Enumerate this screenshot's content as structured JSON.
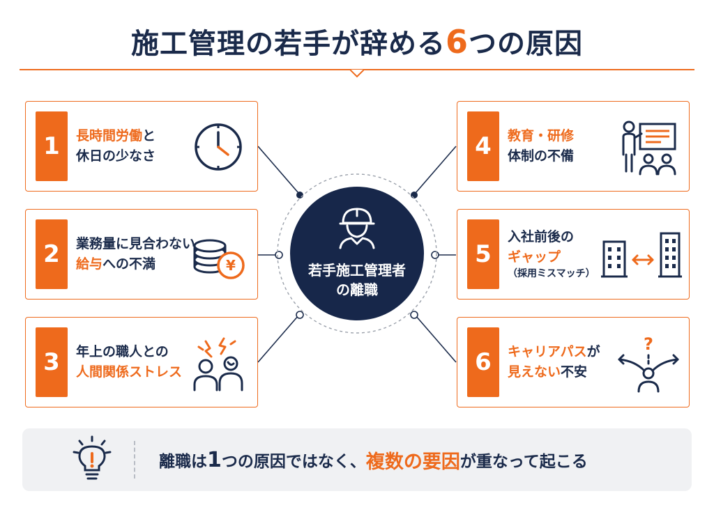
{
  "title": {
    "main": "施工管理の若手が辞める",
    "accent": "6",
    "tail": "つの原因"
  },
  "center": {
    "line1": "若手施工管理者",
    "line2": "の離職",
    "icon": "helmet-worker-icon"
  },
  "causes": [
    {
      "num": "1",
      "line1_hl": "長時間労働",
      "line1_tail": "と",
      "line2": "休日の少なさ",
      "icon": "clock-icon"
    },
    {
      "num": "2",
      "line1": "業務量に見合わない",
      "line2_hl": "給与",
      "line2_tail": "への不満",
      "icon": "yen-coins-icon"
    },
    {
      "num": "3",
      "line1": "年上の職人との",
      "line2_hl": "人間関係ストレス",
      "icon": "conflict-people-icon"
    },
    {
      "num": "4",
      "line1_hl": "教育・研修",
      "line2": "体制の不備",
      "icon": "training-presentation-icon"
    },
    {
      "num": "5",
      "line1": "入社前後の",
      "line2_hl": "ギャップ",
      "line3": "（採用ミスマッチ）",
      "icon": "buildings-gap-icon"
    },
    {
      "num": "6",
      "line1_hl": "キャリアパス",
      "line1_tail": "が",
      "line2_hl": "見えない",
      "line2_tail": "不安",
      "icon": "career-question-icon"
    }
  ],
  "footer": {
    "icon": "lightbulb-icon",
    "p1": "離職は",
    "p2": "1",
    "p3": "つの原因ではなく、",
    "p4": "複数の要因",
    "p5": "が重なって起こる"
  },
  "colors": {
    "accent": "#ee6a1c",
    "navy": "#17274a"
  }
}
